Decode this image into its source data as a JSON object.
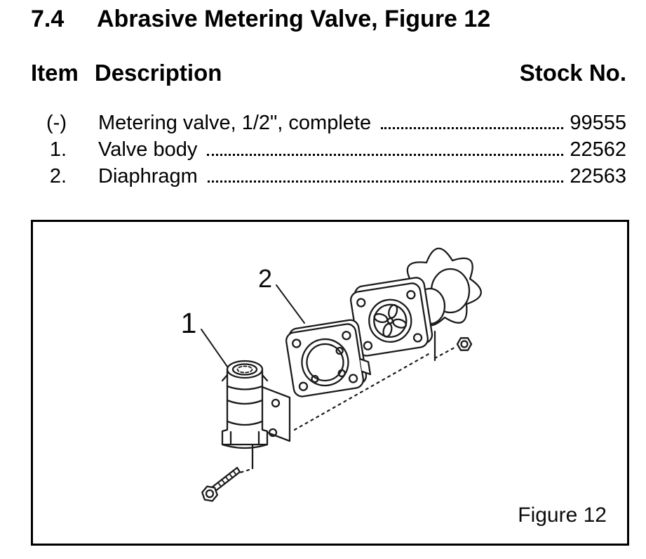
{
  "heading": {
    "number": "7.4",
    "title": "Abrasive Metering Valve, Figure 12"
  },
  "table": {
    "headers": {
      "item": "Item",
      "description": "Description",
      "stock": "Stock No."
    },
    "rows": [
      {
        "item": "(-)",
        "description": "Metering valve, 1/2\", complete",
        "stock": "99555"
      },
      {
        "item": "1.",
        "description": "Valve body",
        "stock": "22562"
      },
      {
        "item": "2.",
        "description": "Diaphragm",
        "stock": "22563"
      }
    ]
  },
  "figure": {
    "caption": "Figure 12",
    "callouts": [
      {
        "label": "1"
      },
      {
        "label": "2"
      }
    ]
  },
  "colors": {
    "text": "#000000",
    "line": "#1b1b1b",
    "background": "#ffffff"
  }
}
